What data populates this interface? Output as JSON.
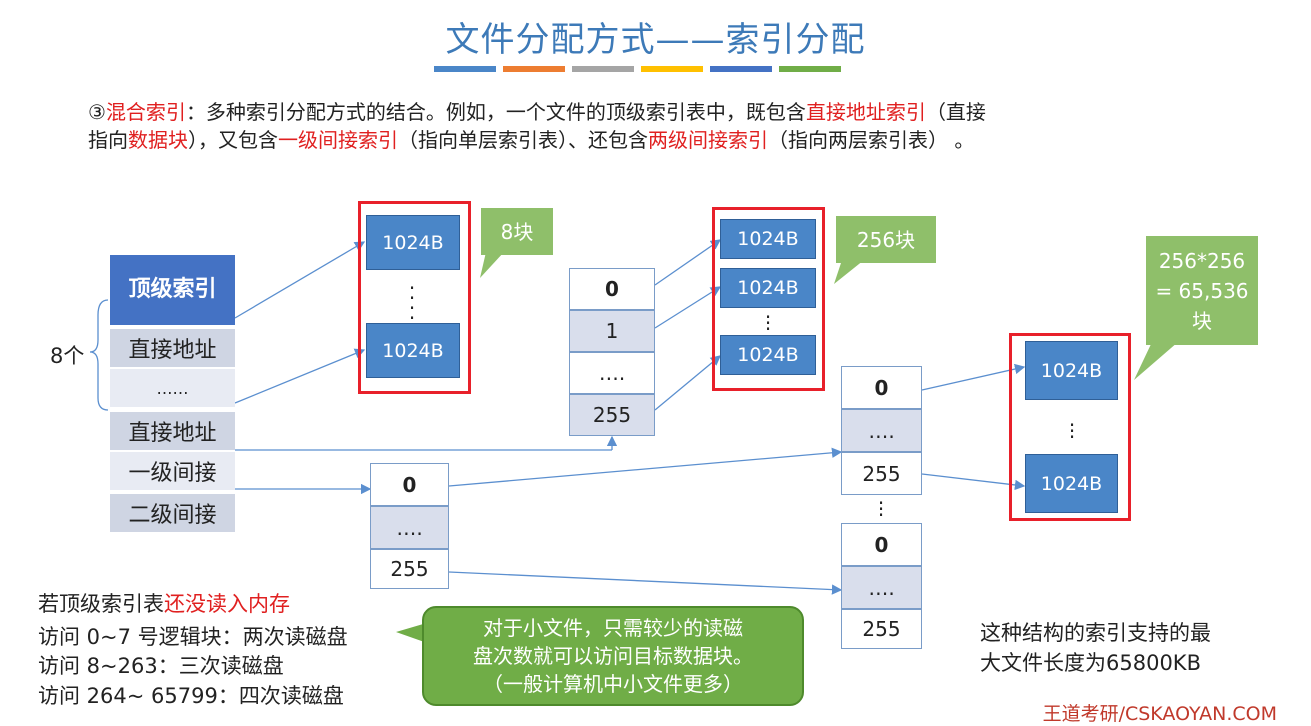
{
  "title": "文件分配方式——索引分配",
  "colorbar": [
    "#4a86c8",
    "#ed7d31",
    "#a5a5a5",
    "#ffc000",
    "#4472c4",
    "#70ad47"
  ],
  "intro": {
    "p1": "③",
    "p2": "混合索引",
    "p3": "：多种索引分配方式的结合。例如，一个文件的顶级索引表中，既包含",
    "p4": "直接地址索引",
    "p5": "（直接",
    "p6": "指向",
    "p7": "数据块",
    "p8": "），又包含",
    "p9": "一级间接索引",
    "p10": "（指向单层索引表）、还包含",
    "p11": "两级间接索引",
    "p12": "（指向两层索引表）  。"
  },
  "top_table": {
    "header": "顶级索引",
    "rows": [
      "直接地址",
      "……",
      "直接地址",
      "一级间接",
      "二级间接"
    ],
    "count_label": "8个"
  },
  "block_label": "1024B",
  "callouts": {
    "c8": "8块",
    "c256": "256块",
    "c65536": "256*256\n= 65,536\n块"
  },
  "idx_table": [
    "0",
    "1",
    "….",
    "255"
  ],
  "l1_table": [
    "0",
    "….",
    "255"
  ],
  "notes": {
    "h1": "若顶级索引表",
    "h2": "还没读入内存",
    "line1": "访问 0~7 号逻辑块：两次读磁盘",
    "line2": "访问 8~263：三次读磁盘",
    "line3": "访问 264~ 65799：四次读磁盘"
  },
  "bubble": "对于小文件，只需较少的读磁\n盘次数就可以访问目标数据块。\n（一般计算机中小文件更多）",
  "max_len": {
    "l1": "这种结构的索引支持的最",
    "l2": "大文件长度为65800KB"
  },
  "brand": "王道考研/CSKAOYAN.COM",
  "vdots": "⋮"
}
